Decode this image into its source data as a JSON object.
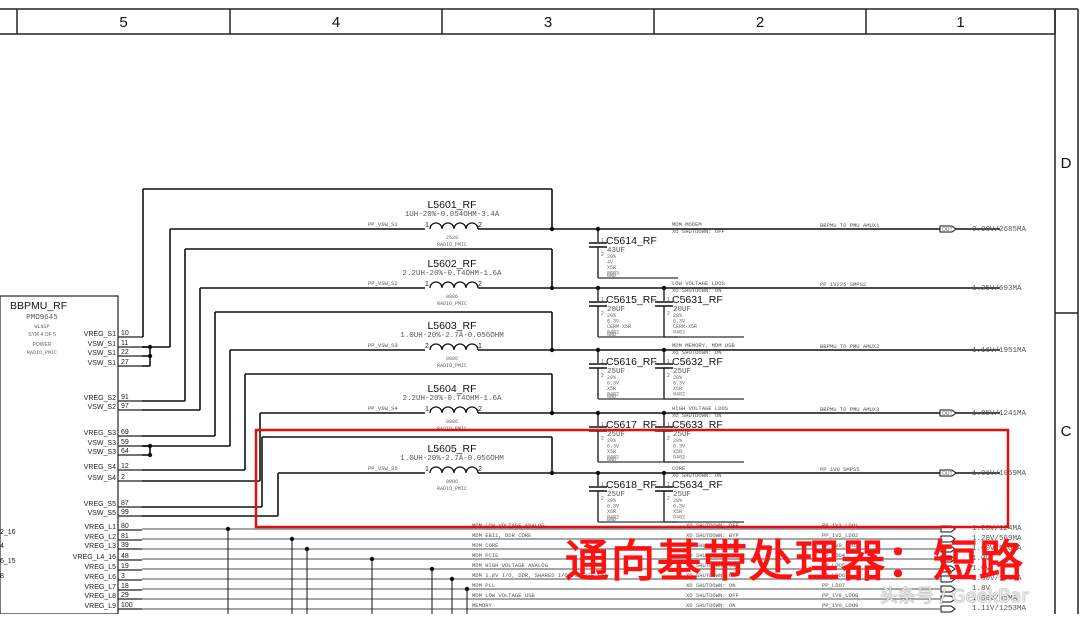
{
  "frame": {
    "column_zones": [
      "5",
      "4",
      "3",
      "2",
      "1"
    ],
    "row_zones": [
      "D",
      "C"
    ]
  },
  "chip": {
    "ref": "BBPMU_RF",
    "part": "PMD9645",
    "package": "WLNSP",
    "sym": "SYM 4 OF 5",
    "function": "POWER",
    "group": "RADIO_PMIC",
    "pins": [
      {
        "name": "VREG_S1",
        "num": "10"
      },
      {
        "name": "VSW_S1",
        "num": "11"
      },
      {
        "name": "VSW_S1",
        "num": "22"
      },
      {
        "name": "VSW_S1",
        "num": "27"
      },
      {
        "name": "VREG_S2",
        "num": "91"
      },
      {
        "name": "VSW_S2",
        "num": "97"
      },
      {
        "name": "VREG_S3",
        "num": "69"
      },
      {
        "name": "VSW_S3",
        "num": "59"
      },
      {
        "name": "VSW_S3",
        "num": "64"
      },
      {
        "name": "VREG_S4",
        "num": "12"
      },
      {
        "name": "VSW_S4",
        "num": "2"
      },
      {
        "name": "VREG_S5",
        "num": "87"
      },
      {
        "name": "VSW_S5",
        "num": "99"
      },
      {
        "name": "VREG_L1",
        "num": "80"
      },
      {
        "name": "VREG_L2",
        "num": "81"
      },
      {
        "name": "VREG_L3",
        "num": "39"
      },
      {
        "name": "VREG_L4_16",
        "num": "48"
      },
      {
        "name": "VREG_L5",
        "num": "19"
      },
      {
        "name": "VREG_L6",
        "num": "3"
      },
      {
        "name": "VREG_L7",
        "num": "18"
      },
      {
        "name": "VREG_L8",
        "num": "29"
      },
      {
        "name": "VREG_L9",
        "num": "100"
      }
    ],
    "left_edge_fragments": [
      "2_16",
      "4",
      "6_15",
      "8"
    ]
  },
  "inductors": [
    {
      "ref": "L5601_RF",
      "spec": "1UH-20%-0.054OHM-3.4A",
      "pkg": "2520",
      "group": "RADIO_PMIC",
      "net": "PP_VSW_S1",
      "pin_l": "1",
      "pin_r": "2"
    },
    {
      "ref": "L5602_RF",
      "spec": "2.2UH-20%-0.T4OHM-1.6A",
      "pkg": "0806",
      "group": "RADIO_PMIC",
      "net": "PP_VSW_S2",
      "pin_l": "1",
      "pin_r": "2"
    },
    {
      "ref": "L5603_RF",
      "spec": "1.0UH-20%-2.7A-0.056OHM",
      "pkg": "0806",
      "group": "RADIO_PMIC",
      "net": "PP_VSW_S3",
      "pin_l": "2",
      "pin_r": "1"
    },
    {
      "ref": "L5604_RF",
      "spec": "2.2UH-20%-0.T4OHM-1.6A",
      "pkg": "0806",
      "group": "RADIO_PMIC",
      "net": "PP_VSW_S4",
      "pin_l": "1",
      "pin_r": "2"
    },
    {
      "ref": "L5605_RF",
      "spec": "1.0UH-20%-2.7A-0.056OHM",
      "pkg": "0806",
      "group": "RADIO_PMIC",
      "net": "PP_VSW_S5",
      "pin_l": "1",
      "pin_r": "2"
    }
  ],
  "capacitors": [
    {
      "ref": "C5614_RF",
      "value": "43UF",
      "lines": [
        "20%",
        "4V",
        "X5R",
        "0603"
      ],
      "gnd": "GND"
    },
    {
      "ref": "C5615_RF",
      "value": "20UF",
      "lines": [
        "20%",
        "6.3V",
        "CERM-X5R",
        "0402"
      ],
      "gnd": "GND"
    },
    {
      "ref": "C5631_RF",
      "value": "20UF",
      "lines": [
        "20%",
        "6.3V",
        "CERM-X5R",
        "0402"
      ],
      "gnd": ""
    },
    {
      "ref": "C5616_RF",
      "value": "25UF",
      "lines": [
        "20%",
        "6.3V",
        "X5R",
        "0402"
      ],
      "gnd": "GND"
    },
    {
      "ref": "C5632_RF",
      "value": "25UF",
      "lines": [
        "20%",
        "6.3V",
        "X5R",
        "0402"
      ],
      "gnd": ""
    },
    {
      "ref": "C5617_RF",
      "value": "25UF",
      "lines": [
        "20%",
        "6.3V",
        "X5R",
        "0402"
      ],
      "gnd": "GND"
    },
    {
      "ref": "C5633_RF",
      "value": "25UF",
      "lines": [
        "20%",
        "6.3V",
        "X5R",
        "0402"
      ],
      "gnd": ""
    },
    {
      "ref": "C5618_RF",
      "value": "25UF",
      "lines": [
        "20%",
        "6.3V",
        "X5R",
        "0402"
      ],
      "gnd": "GND"
    },
    {
      "ref": "C5634_RF",
      "value": "25UF",
      "lines": [
        "20%",
        "6.3V",
        "X5R",
        "0402"
      ],
      "gnd": ""
    }
  ],
  "rails": [
    {
      "func": "MDM MODEM",
      "mode": "XO SHUTDOWN: OFF",
      "net": "BBPMU TO PMU AMUX1",
      "out": true,
      "spec": "0.90V/2685MA"
    },
    {
      "func": "LOW VOLTAGE LDOS",
      "mode": "XO SHUTDOWN: ON",
      "net": "PP 1V225 SMPS2",
      "out": false,
      "spec": "1.25V/693MA"
    },
    {
      "func": "MDM MEMORY, MDM USB",
      "mode": "XO SHUTDOWN: ON",
      "net": "BBPMU TO PMU AMUX2",
      "out": false,
      "spec": "1.16V/1951MA"
    },
    {
      "func": "HIGH VOLTAGE LDOS",
      "mode": "XO SHUTDOWN: ON",
      "net": "BBPMU TO PMU AMUX3",
      "out": true,
      "spec": "1.85V/1241MA"
    },
    {
      "func": "CORE",
      "mode": "XO SHUTDOWN: ON",
      "net": "PP 1V0 SMPS5",
      "out": true,
      "spec": "1.01V/1059MA"
    }
  ],
  "ldos": [
    {
      "func": "MDM LOW VOLTAGE ANALOG",
      "mode": "XO SHUTDOWN: OFF",
      "net": "PP_1V3_LDO1",
      "spec": "1.23V/124MA"
    },
    {
      "func": "MDM EBI1, DDR CORE",
      "mode": "XO SHUTDOWN: BYP",
      "net": "PP_1V2_LDO2",
      "spec": "1.20V/569MA"
    },
    {
      "func": "MDM CORE",
      "mode": "XO SHUTDOWN: OFF",
      "net": "PP_0V9_LDO3",
      "spec": "1.00V/510MA"
    },
    {
      "func": "MDM PCIE",
      "mode": "XO SHUTDOWN: ON",
      "net": "PP_LDO4",
      "spec": "1.0V"
    },
    {
      "func": "MDM HIGH VOLTAGE ANALOG",
      "mode": "XO SHUTDOWN: ON",
      "net": "PP_LDO5",
      "spec": "1.0V"
    },
    {
      "func": "MDM 1.8V I/O, DDR, SHARED I/O VOLTAGE (A)",
      "mode": "XO SHUTDOWN: ON",
      "net": "PP_LDO6",
      "spec": "1.80V/160MA"
    },
    {
      "func": "MDM PLL",
      "mode": "XO SHUTDOWN: ON",
      "net": "PP_LDO7",
      "spec": "1.8V"
    },
    {
      "func": "MDM LOW VOLTAGE USB",
      "mode": "XO SHUTDOWN: OFF",
      "net": "PP_1V8_LDO8",
      "spec": "1.80V/45MA"
    },
    {
      "func": "MEMORY",
      "mode": "XO SHUTDOWN: ON",
      "net": "PP_1V0_LDO9",
      "spec": "1.11V/1253MA"
    }
  ],
  "out_port_label": "OUT",
  "annotation": {
    "text": "通向基带处理器：短路",
    "color": "#ff1111",
    "highlight_color": "#e01010"
  },
  "watermark": "头条号 / GeekBar"
}
